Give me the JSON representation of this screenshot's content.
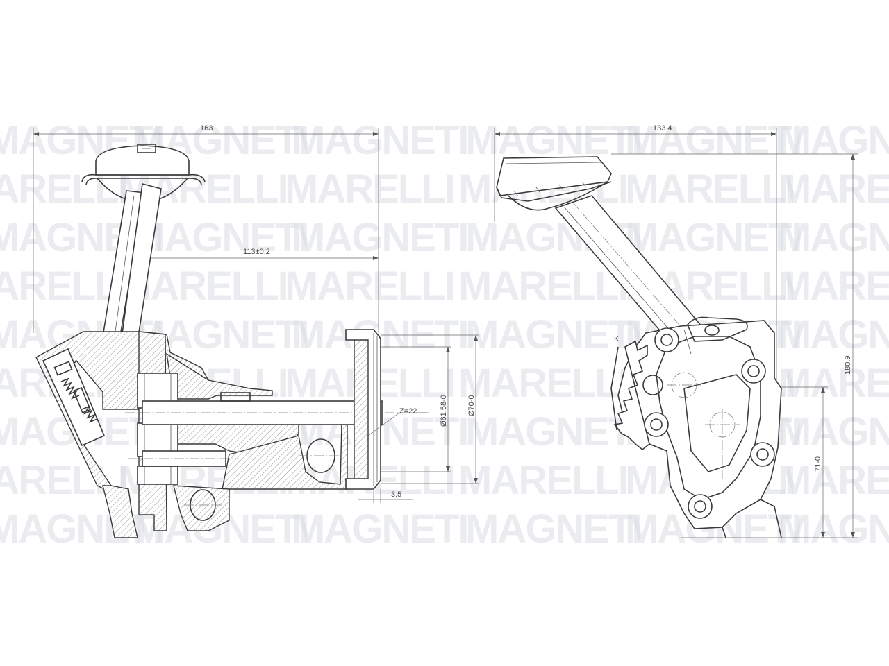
{
  "watermark": {
    "line_a": "MAGNETI",
    "line_b": "MARELLI"
  },
  "left_view": {
    "dimensions": {
      "overall_width": "163",
      "inner_width": "113±0.2",
      "dia_inner": "Ø61.58-0",
      "dia_outer": "Ø70-0",
      "tooth_count": "Z=22",
      "offset": "3.5"
    }
  },
  "right_view": {
    "dimensions": {
      "overall_width": "133.4",
      "overall_height": "180.9",
      "partial_height": "71-0"
    },
    "label": "K"
  }
}
